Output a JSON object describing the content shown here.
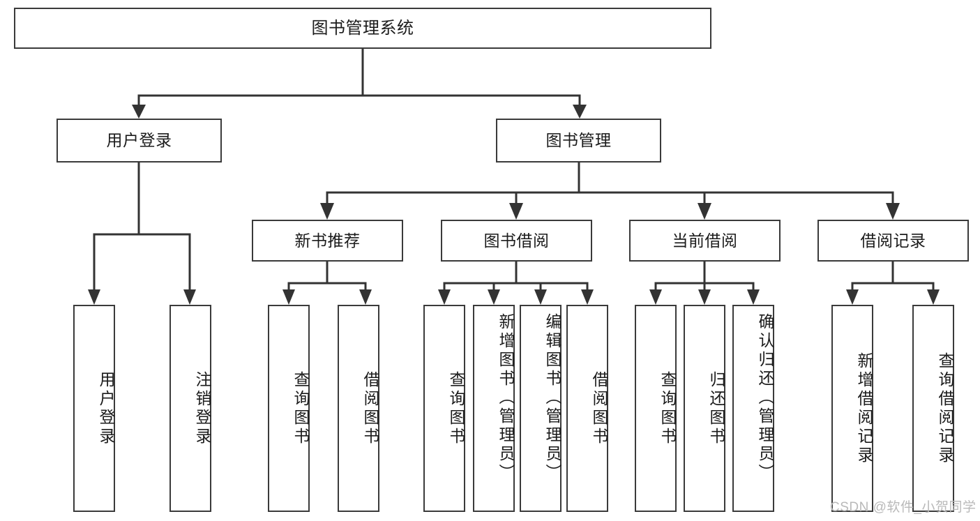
{
  "diagram": {
    "title": "图书管理系统",
    "type": "tree-hierarchy-chart",
    "watermark": "CSDN @软件_小贺同学",
    "colors": {
      "box_border": "#3a3a3a",
      "box_fill": "#ffffff",
      "connector": "#333333",
      "text": "#1b1b1b",
      "watermark": "#b9b9b9"
    },
    "levels": {
      "root": {
        "label": "图书管理系统"
      },
      "level2": [
        {
          "label": "用户登录"
        },
        {
          "label": "图书管理"
        }
      ],
      "level3": [
        {
          "label": "新书推荐"
        },
        {
          "label": "图书借阅"
        },
        {
          "label": "当前借阅"
        },
        {
          "label": "借阅记录"
        }
      ],
      "leaves": {
        "user_login": [
          {
            "label": "用户登录"
          },
          {
            "label": "注销登录"
          }
        ],
        "new_book_recommend": [
          {
            "label": "查询图书"
          },
          {
            "label": "借阅图书"
          }
        ],
        "book_borrow": [
          {
            "label": "查询图书"
          },
          {
            "label": "新增图书（管理员）"
          },
          {
            "label": "编辑图书（管理员）"
          },
          {
            "label": "借阅图书"
          }
        ],
        "current_borrow": [
          {
            "label": "查询图书"
          },
          {
            "label": "归还图书"
          },
          {
            "label": "确认归还（管理员）"
          }
        ],
        "borrow_record": [
          {
            "label": "新增借阅记录"
          },
          {
            "label": "查询借阅记录"
          }
        ]
      }
    }
  }
}
